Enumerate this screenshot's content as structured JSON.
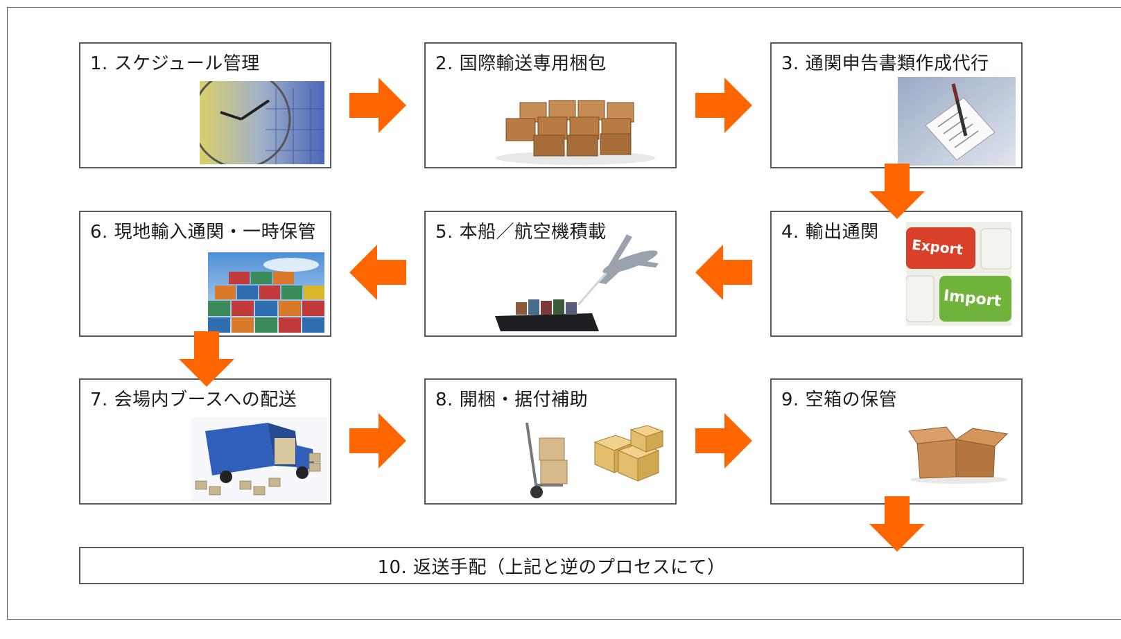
{
  "diagram": {
    "steps": [
      {
        "label": "1. スケジュール管理",
        "image": "clock-calendar-icon"
      },
      {
        "label": "2. 国際輸送専用梱包",
        "image": "cardboard-boxes-icon"
      },
      {
        "label": "3. 通関申告書類作成代行",
        "image": "document-pen-icon"
      },
      {
        "label": "4. 輸出通関",
        "image": "export-import-keyboard-icon",
        "keys": [
          "Export",
          "Import"
        ]
      },
      {
        "label": "5. 本船／航空機積載",
        "image": "ship-airplane-icon"
      },
      {
        "label": "6. 現地輸入通関・一時保管",
        "image": "shipping-containers-icon"
      },
      {
        "label": "7. 会場内ブースへの配送",
        "image": "delivery-truck-icon"
      },
      {
        "label": "8. 開梱・据付補助",
        "image": "handcart-boxes-icon"
      },
      {
        "label": "9. 空箱の保管",
        "image": "empty-box-icon"
      }
    ],
    "final_step": {
      "label": "10. 返送手配（上記と逆のプロセスにて）"
    },
    "colors": {
      "arrow": "#ff6600",
      "border": "#5a5a5a"
    }
  }
}
